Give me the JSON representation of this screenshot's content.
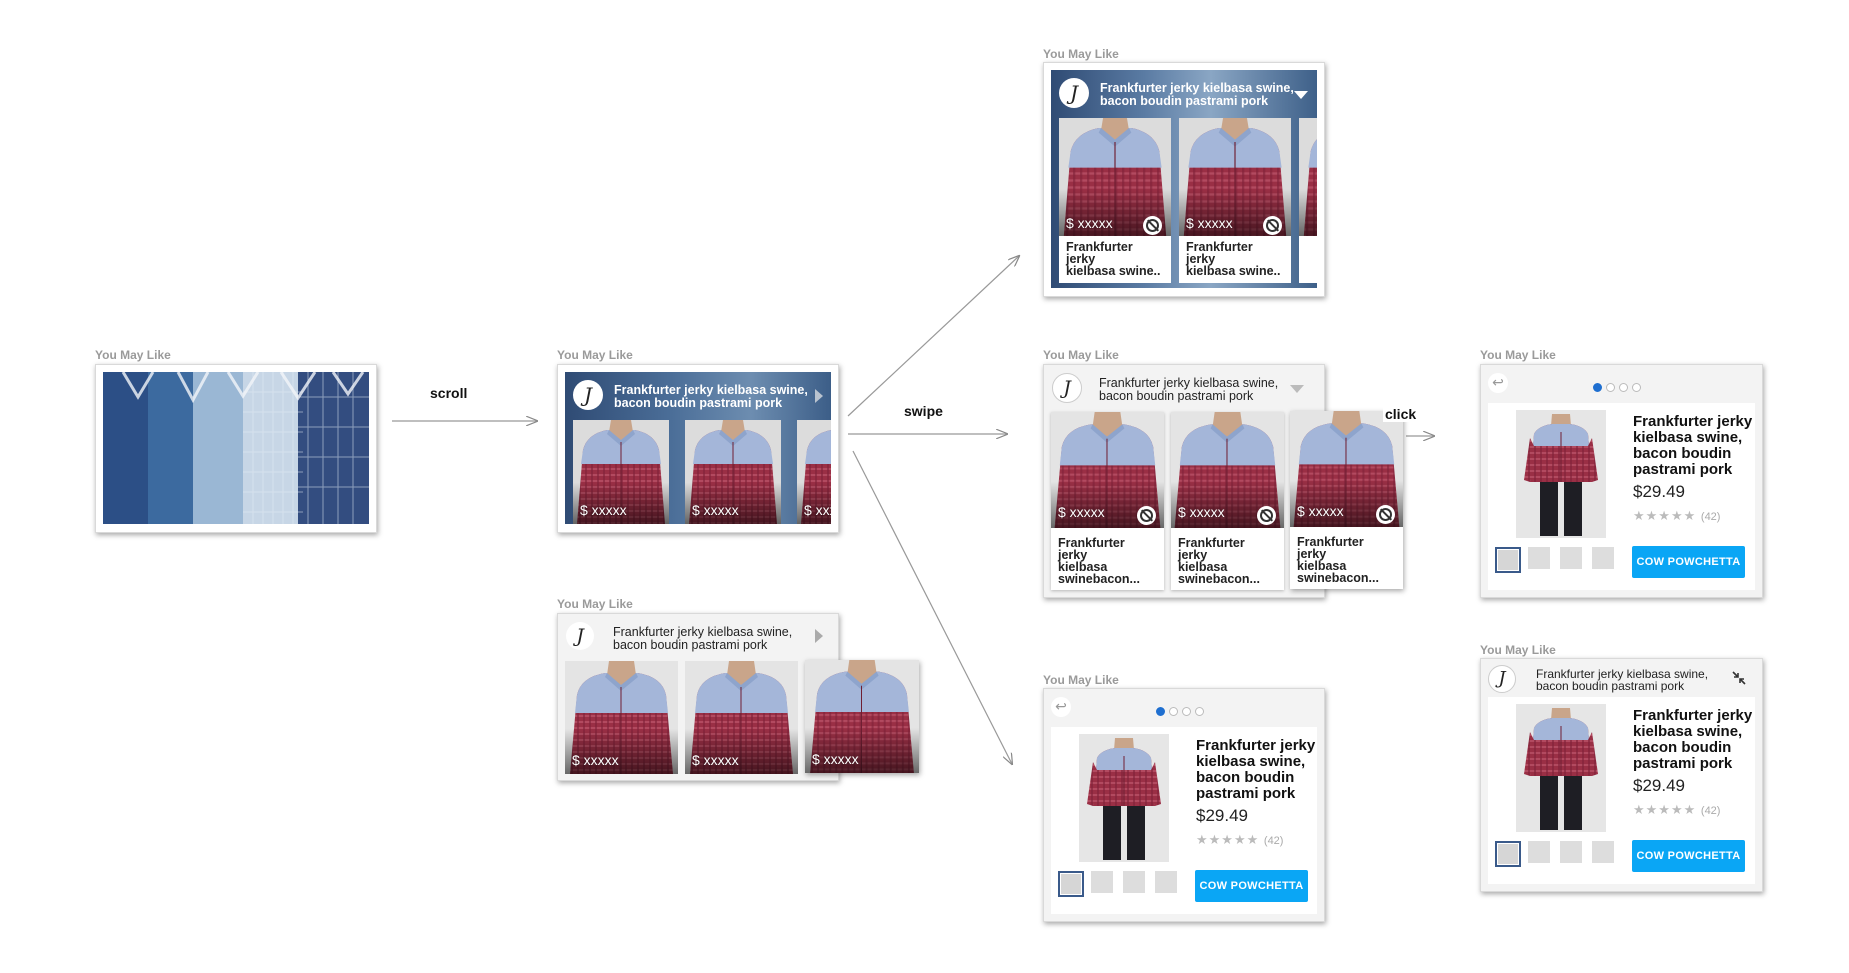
{
  "label": "You May Like",
  "arrows": {
    "scroll": "scroll",
    "swipe": "swipe",
    "click": "click"
  },
  "headline_two_line": [
    "Frankfurter jerky kielbasa swine,",
    "bacon boudin pastrami pork"
  ],
  "headline_one_line": "Frankfurter jerky kielbasa swine,",
  "brand_logo": "J",
  "price_placeholder": "$ xxxxx",
  "caption_short": [
    "Frankfurter jerky",
    "kielbasa swine.."
  ],
  "caption_long": [
    "Frankfurter jerky",
    "kielbasa",
    "swinebacon..."
  ],
  "product": {
    "name_lines": [
      "Frankfurter jerky",
      "kielbasa swine,",
      "bacon boudin",
      "pastrami pork"
    ],
    "price": "$29.49",
    "stars": "★★★★★",
    "review_count": "(42)",
    "cta": "COW POWCHETTA"
  },
  "colors": {
    "accent": "#0aa6f5",
    "dot_active": "#1f6fd0",
    "shirt_red": "#9a2f45",
    "shirt_blue": "#9fb3d8"
  },
  "icons": [
    "block-icon",
    "chevron-right-icon",
    "chevron-down-icon",
    "back-arrow-icon",
    "collapse-icon",
    "brand-logo-icon"
  ]
}
